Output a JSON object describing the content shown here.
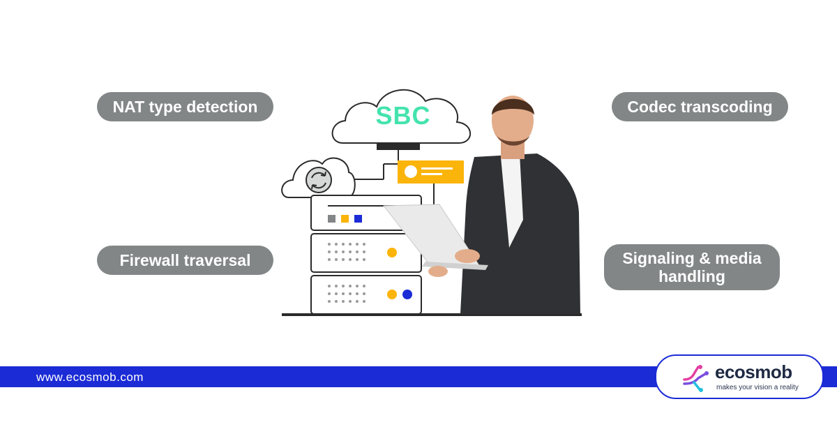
{
  "features": {
    "nat": "NAT type detection",
    "codec": "Codec transcoding",
    "firewall": "Firewall traversal",
    "signaling": "Signaling & media handling"
  },
  "illustration": {
    "cloud_label": "SBC"
  },
  "footer": {
    "url": "www.ecosmob.com"
  },
  "brand": {
    "name": "ecosmob",
    "tagline": "makes your vision a reality"
  },
  "colors": {
    "pill": "#828686",
    "footer_bar": "#1b2bd6",
    "sbc_text": "#44e3ad",
    "accent_yellow": "#fbb40a",
    "accent_blue": "#1b2bd6"
  }
}
